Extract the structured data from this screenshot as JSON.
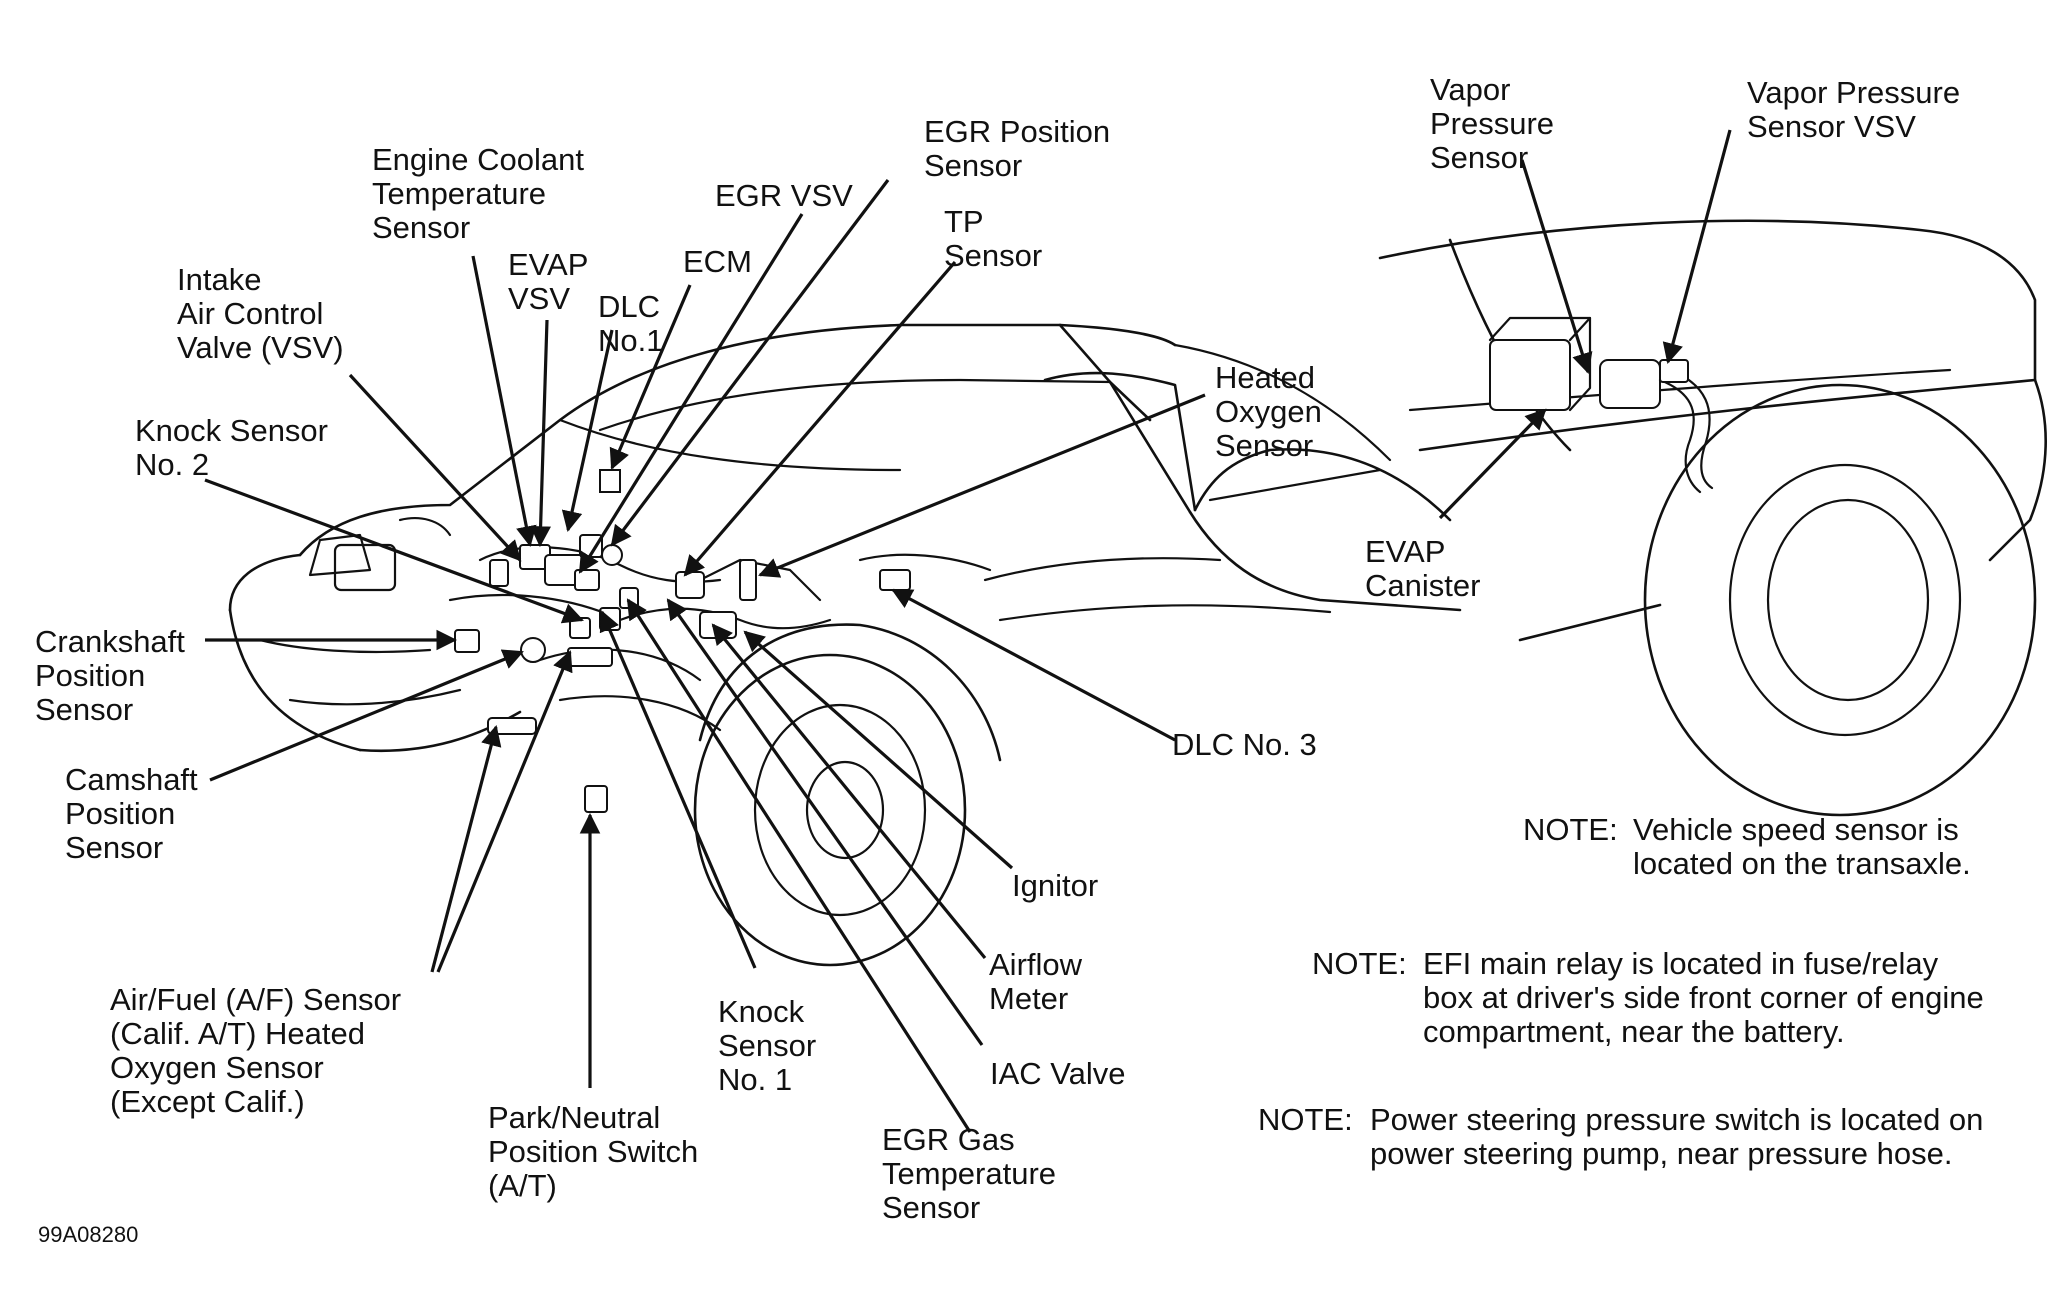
{
  "labels": {
    "intake_air_control_valve": [
      "Intake",
      "Air Control",
      "Valve (VSV)"
    ],
    "engine_coolant_temp_sensor": [
      "Engine Coolant",
      "Temperature",
      "Sensor"
    ],
    "evap_vsv": [
      "EVAP",
      "VSV"
    ],
    "dlc_no1": [
      "DLC",
      "No.1"
    ],
    "ecm": [
      "ECM"
    ],
    "egr_vsv": [
      "EGR VSV"
    ],
    "egr_position_sensor": [
      "EGR Position",
      "Sensor"
    ],
    "tp_sensor": [
      "TP",
      "Sensor"
    ],
    "heated_oxygen_sensor": [
      "Heated",
      "Oxygen",
      "Sensor"
    ],
    "knock_sensor_no2": [
      "Knock Sensor",
      "No. 2"
    ],
    "crankshaft_position_sensor": [
      "Crankshaft",
      "Position",
      "Sensor"
    ],
    "camshaft_position_sensor": [
      "Camshaft",
      "Position",
      "Sensor"
    ],
    "dlc_no3": [
      "DLC No. 3"
    ],
    "ignitor": [
      "Ignitor"
    ],
    "airflow_meter": [
      "Airflow",
      "Meter"
    ],
    "iac_valve": [
      "IAC Valve"
    ],
    "egr_gas_temp_sensor": [
      "EGR Gas",
      "Temperature",
      "Sensor"
    ],
    "knock_sensor_no1": [
      "Knock",
      "Sensor",
      "No. 1"
    ],
    "park_neutral_switch": [
      "Park/Neutral",
      "Position Switch",
      "(A/T)"
    ],
    "af_sensor": [
      "Air/Fuel (A/F) Sensor",
      "(Calif. A/T) Heated",
      "Oxygen Sensor",
      "(Except Calif.)"
    ],
    "vapor_pressure_sensor": [
      "Vapor",
      "Pressure",
      "Sensor"
    ],
    "vapor_pressure_sensor_vsv": [
      "Vapor Pressure",
      "Sensor VSV"
    ],
    "evap_canister": [
      "EVAP",
      "Canister"
    ]
  },
  "notes": [
    {
      "prefix": "NOTE:",
      "lines": [
        "Vehicle speed sensor is",
        "located on the transaxle."
      ]
    },
    {
      "prefix": "NOTE:",
      "lines": [
        "EFI main relay is located in fuse/relay",
        "box at driver's side front corner of engine",
        "compartment, near the battery."
      ]
    },
    {
      "prefix": "NOTE:",
      "lines": [
        "Power steering pressure switch is located on",
        "power steering pump, near pressure hose."
      ]
    }
  ],
  "figure_code": "99A08280"
}
